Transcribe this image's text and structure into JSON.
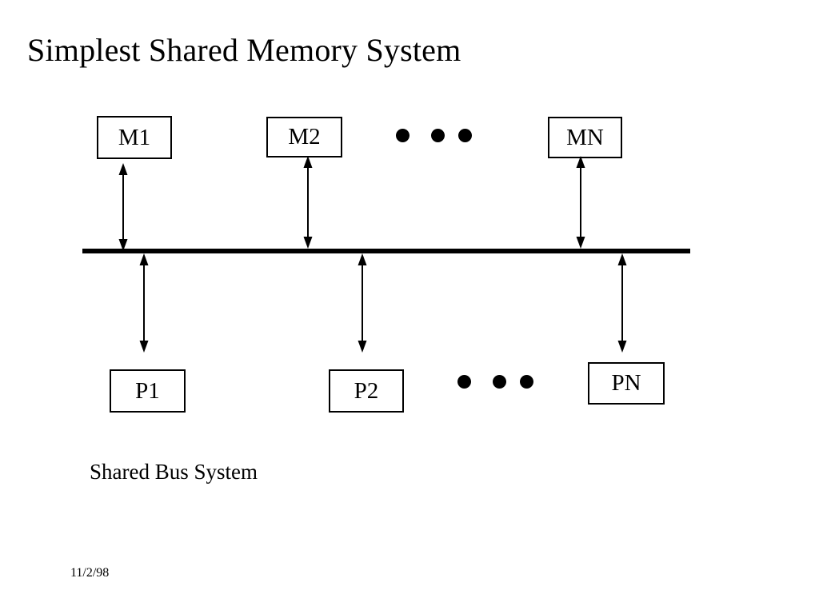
{
  "slide": {
    "title": "Simplest Shared Memory System",
    "caption": "Shared Bus System",
    "date": "11/2/98",
    "background_color": "#ffffff",
    "ink_color": "#000000"
  },
  "memory_nodes": [
    {
      "label": "M1"
    },
    {
      "label": "M2"
    },
    {
      "label": "MN"
    }
  ],
  "memory_ellipsis": {
    "dots": 3
  },
  "processor_nodes": [
    {
      "label": "P1"
    },
    {
      "label": "P2"
    },
    {
      "label": "PN"
    }
  ],
  "processor_ellipsis": {
    "dots": 3
  },
  "bus": {
    "label": "",
    "style": "solid-thick-horizontal-line"
  },
  "connections": [
    {
      "from": "M1",
      "to": "bus",
      "kind": "double-headed-arrow"
    },
    {
      "from": "M2",
      "to": "bus",
      "kind": "double-headed-arrow"
    },
    {
      "from": "MN",
      "to": "bus",
      "kind": "double-headed-arrow"
    },
    {
      "from": "bus",
      "to": "P1",
      "kind": "double-headed-arrow"
    },
    {
      "from": "bus",
      "to": "P2",
      "kind": "double-headed-arrow"
    },
    {
      "from": "bus",
      "to": "PN",
      "kind": "double-headed-arrow"
    }
  ]
}
